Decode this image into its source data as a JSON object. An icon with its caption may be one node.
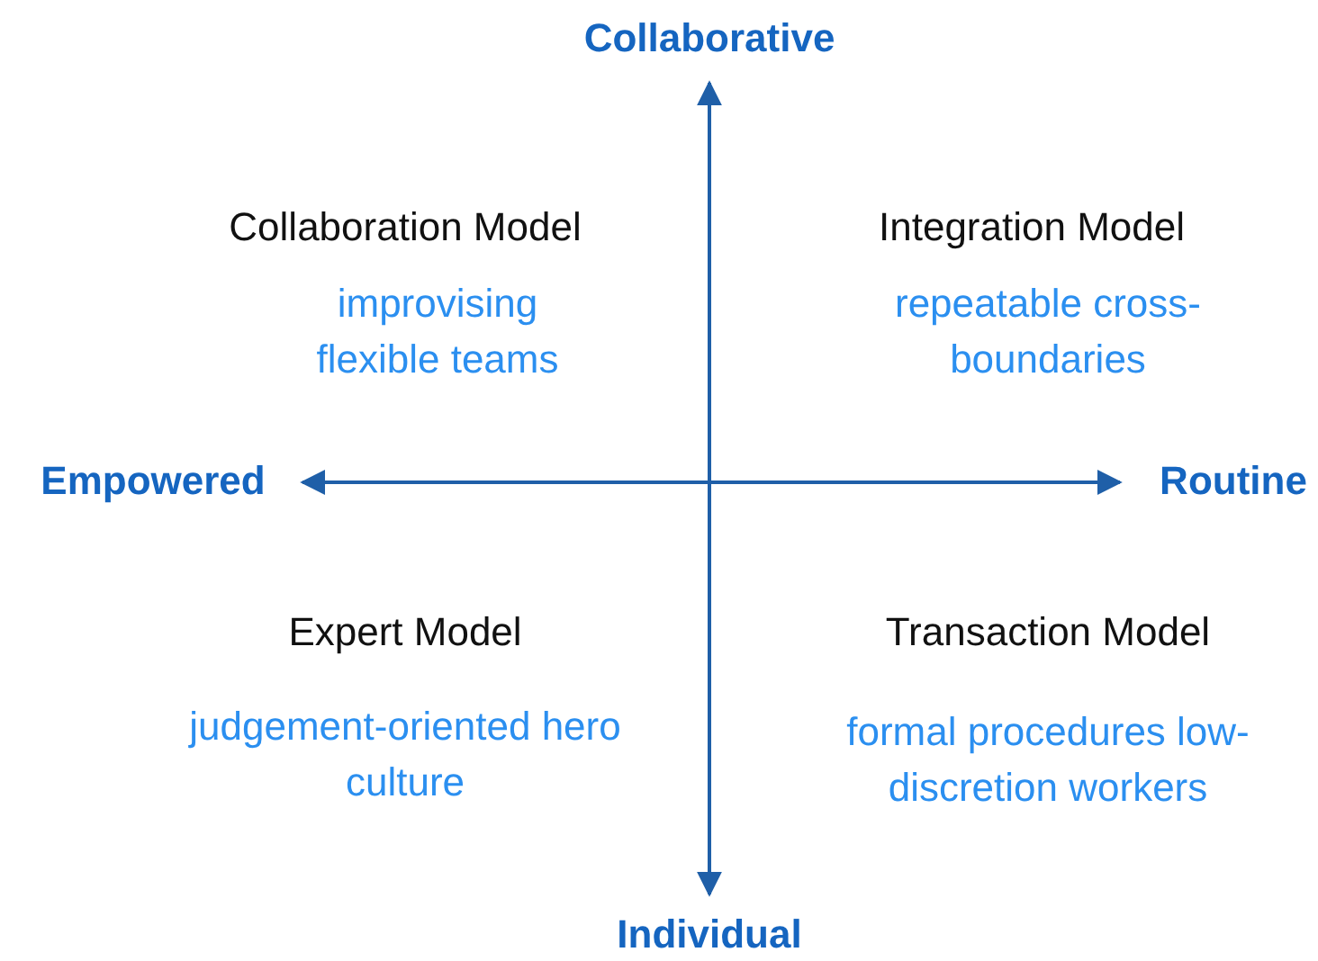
{
  "diagram": {
    "labels": [
      "Collaborative",
      "Collaboration Model",
      "improvising flexible teams",
      "Integration Model",
      "repeatable cross-boundaries",
      "Empowered",
      "Routine",
      "Expert Model",
      "judgement-oriented hero culture",
      "Transaction Model",
      "formal procedures low-discretion workers",
      "Individual"
    ]
  }
}
